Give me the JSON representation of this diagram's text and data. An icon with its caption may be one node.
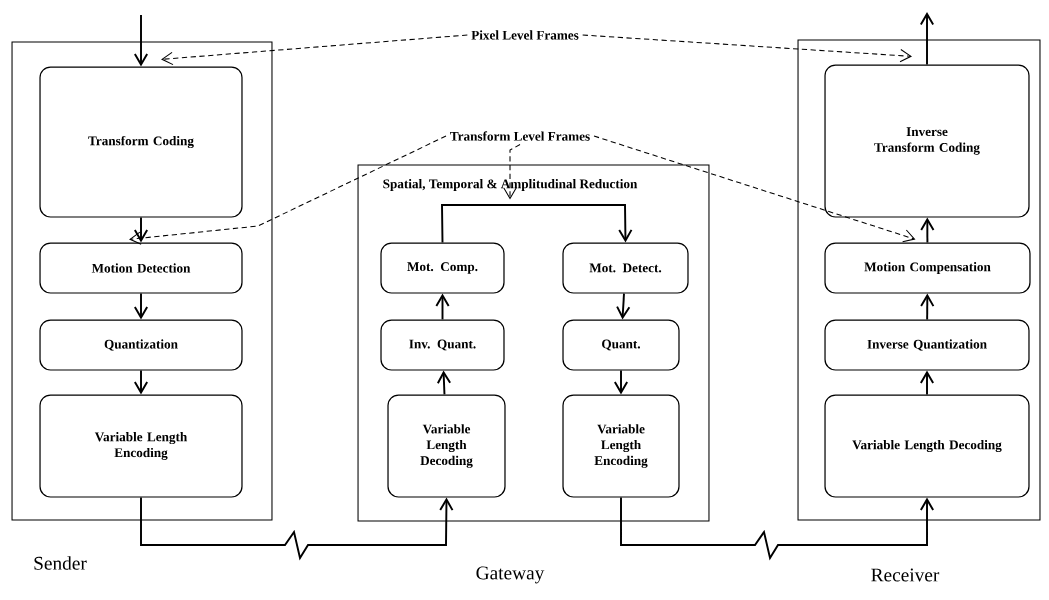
{
  "diagram": {
    "nodes": [
      {
        "text": [
          "Sender"
        ]
      },
      {
        "text": [
          "Transform Coding"
        ],
        "in": 0
      },
      {
        "text": [
          "Motion Detection"
        ],
        "in": 0
      },
      {
        "text": [
          "Quantization"
        ],
        "in": 0
      },
      {
        "text": [
          "Variable Length Encoding"
        ],
        "in": 0
      },
      {
        "text": [
          "Spatial, Temporal & Amplitudinal Reduction",
          "Gateway"
        ]
      },
      {
        "text": [
          "Mot. Comp."
        ],
        "in": 5
      },
      {
        "text": [
          "Inv. Quant."
        ],
        "in": 5
      },
      {
        "text": [
          "Variable Length Decoding"
        ],
        "in": 5
      },
      {
        "text": [
          "Mot. Detect."
        ],
        "in": 5
      },
      {
        "text": [
          "Quant."
        ],
        "in": 5
      },
      {
        "text": [
          "Variable Length Encoding"
        ],
        "in": 5
      },
      {
        "text": [
          "Receiver"
        ]
      },
      {
        "text": [
          "Inverse Transform Coding"
        ],
        "in": 12
      },
      {
        "text": [
          "Motion Compensation"
        ],
        "in": 12
      },
      {
        "text": [
          "Inverse Quantization"
        ],
        "in": 12
      },
      {
        "text": [
          "Variable Length Decoding"
        ],
        "in": 12
      },
      {
        "text": [
          "Pixel Level Frames"
        ]
      },
      {
        "text": [
          "Transform Level Frames"
        ]
      }
    ],
    "edges": [
      {
        "from": null,
        "to": 1,
        "arrow": "to"
      },
      {
        "from": 1,
        "to": 2,
        "arrow": "to"
      },
      {
        "from": 2,
        "to": 3,
        "arrow": "to"
      },
      {
        "from": 3,
        "to": 4,
        "arrow": "to"
      },
      {
        "from": 4,
        "to": 8,
        "arrow": "to"
      },
      {
        "from": 8,
        "to": 7,
        "arrow": "to"
      },
      {
        "from": 7,
        "to": 6,
        "arrow": "to"
      },
      {
        "from": 6,
        "to": 9,
        "arrow": "to"
      },
      {
        "from": 9,
        "to": 10,
        "arrow": "to"
      },
      {
        "from": 10,
        "to": 11,
        "arrow": "to"
      },
      {
        "from": 11,
        "to": 16,
        "arrow": "to"
      },
      {
        "from": 16,
        "to": 15,
        "arrow": "to"
      },
      {
        "from": 15,
        "to": 14,
        "arrow": "to"
      },
      {
        "from": 14,
        "to": 13,
        "arrow": "to"
      },
      {
        "from": 13,
        "to": null,
        "arrow": "to"
      },
      {
        "from": 17,
        "to": 1,
        "arrow": "to",
        "style": "dashed"
      },
      {
        "from": 17,
        "to": 13,
        "arrow": "to",
        "style": "dashed"
      },
      {
        "from": 18,
        "to": 2,
        "arrow": "to",
        "style": "dashed"
      },
      {
        "from": 18,
        "to": 5,
        "arrow": "to",
        "style": "dashed"
      },
      {
        "from": 18,
        "to": 14,
        "arrow": "to",
        "style": "dashed"
      }
    ]
  }
}
